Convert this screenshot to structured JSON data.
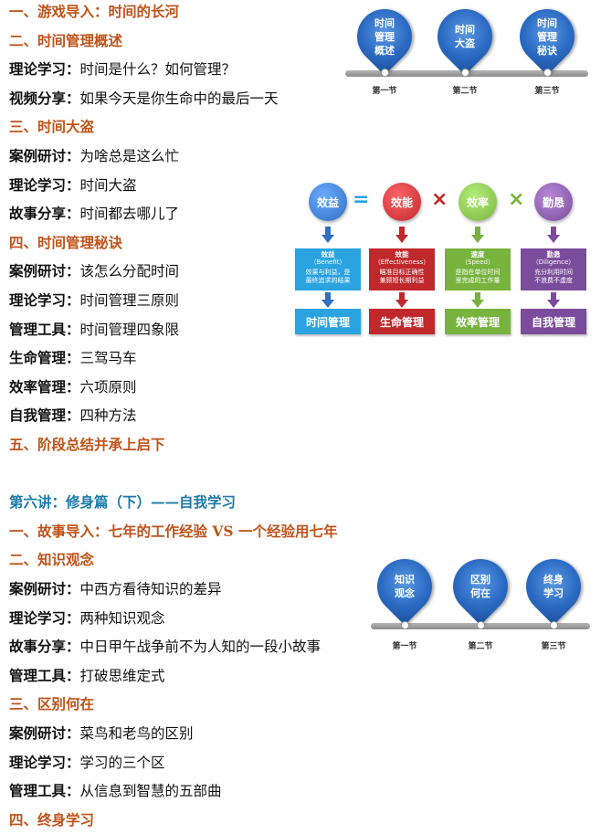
{
  "lines": [
    {
      "type": "heading",
      "text": "一、游戏导入：时间的长河"
    },
    {
      "type": "heading",
      "text": "二、时间管理概述"
    },
    {
      "type": "item",
      "label": "理论学习：",
      "content": "时间是什么？如何管理？"
    },
    {
      "type": "item",
      "label": "视频分享：",
      "content": "如果今天是你生命中的最后一天"
    },
    {
      "type": "heading",
      "text": "三、时间大盗"
    },
    {
      "type": "item",
      "label": "案例研讨：",
      "content": "为啥总是这么忙"
    },
    {
      "type": "item",
      "label": "理论学习：",
      "content": "时间大盗"
    },
    {
      "type": "item",
      "label": "故事分享：",
      "content": "时间都去哪儿了"
    },
    {
      "type": "heading",
      "text": "四、时间管理秘诀"
    },
    {
      "type": "item",
      "label": "案例研讨：",
      "content": "该怎么分配时间"
    },
    {
      "type": "item",
      "label": "理论学习：",
      "content": "时间管理三原则"
    },
    {
      "type": "item",
      "label": "管理工具：",
      "content": "时间管理四象限"
    },
    {
      "type": "item",
      "label": "生命管理：",
      "content": "三驾马车"
    },
    {
      "type": "item",
      "label": "效率管理：",
      "content": "六项原则"
    },
    {
      "type": "item",
      "label": "自我管理：",
      "content": "四种方法"
    },
    {
      "type": "heading",
      "text": "五、阶段总结并承上启下"
    },
    {
      "type": "blank"
    },
    {
      "type": "heading-blue",
      "text": "第六讲：修身篇（下）——自我学习"
    },
    {
      "type": "heading",
      "text": "一、故事导入：七年的工作经验 VS 一个经验用七年"
    },
    {
      "type": "heading",
      "text": "二、知识观念"
    },
    {
      "type": "item",
      "label": "案例研讨：",
      "content": "中西方看待知识的差异"
    },
    {
      "type": "item",
      "label": "理论学习：",
      "content": "两种知识观念"
    },
    {
      "type": "item",
      "label": "故事分享：",
      "content": "中日甲午战争前不为人知的一段小故事"
    },
    {
      "type": "item",
      "label": "管理工具：",
      "content": "打破思维定式"
    },
    {
      "type": "heading",
      "text": "三、区别何在"
    },
    {
      "type": "item",
      "label": "案例研讨：",
      "content": "菜鸟和老鸟的区别"
    },
    {
      "type": "item",
      "label": "理论学习：",
      "content": "学习的三个区"
    },
    {
      "type": "item",
      "label": "管理工具：",
      "content": "从信息到智慧的五部曲"
    },
    {
      "type": "heading",
      "text": "四、终身学习"
    }
  ],
  "timeline1": {
    "pins": [
      "时间\n管理\n概述",
      "时间\n大盗",
      "时间\n管理\n秘诀"
    ],
    "sections": [
      "第一节",
      "第二节",
      "第三节"
    ]
  },
  "timeline2": {
    "pins": [
      "知识\n观念",
      "区别\n何在",
      "终身\n学习"
    ],
    "sections": [
      "第一节",
      "第二节",
      "第三节"
    ]
  },
  "formula": {
    "circles": [
      "效益",
      "效能",
      "效率",
      "勤恳"
    ],
    "operators": [
      "=",
      "×",
      "×"
    ],
    "boxes": [
      {
        "title": "效益",
        "en": "（Benefit）",
        "desc": "效果与利益，是\n最终追求的结果"
      },
      {
        "title": "效能",
        "en": "（Effectiveness）",
        "desc": "瞄准目标正确性\n兼顾短长期利益"
      },
      {
        "title": "速度",
        "en": "（Speed）",
        "desc": "是指在单位时间\n里完成的工作量"
      },
      {
        "title": "勤恳",
        "en": "（Diligence）",
        "desc": "充分利用时间\n不浪费不虚度"
      }
    ],
    "footers": [
      "时间管理",
      "生命管理",
      "效率管理",
      "自我管理"
    ],
    "colors": {
      "blue": "#2f6fc1",
      "red": "#c0282c",
      "green": "#77b33d",
      "purple": "#7a4c9b",
      "bar_blue": "#2aa3e0",
      "heading_orange": "#c0531a",
      "heading_blue": "#1a7aa8"
    }
  }
}
